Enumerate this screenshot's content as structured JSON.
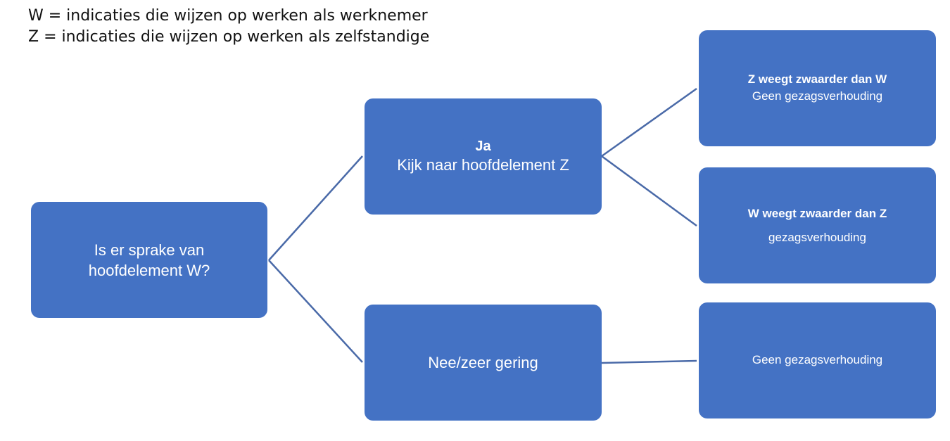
{
  "legend": {
    "line_w": "W = indicaties die wijzen op werken als werknemer",
    "line_z": "Z = indicaties die wijzen op werken als zelfstandige"
  },
  "nodes": {
    "question": {
      "line1": "Is er sprake van",
      "line2": "hoofdelement W?"
    },
    "yes": {
      "title": "Ja",
      "text": "Kijk naar hoofdelement Z"
    },
    "no": {
      "text": "Nee/zeer gering"
    },
    "z_heavier": {
      "title": "Z weegt zwaarder dan W",
      "text": "Geen gezagsverhouding"
    },
    "w_heavier": {
      "title": "W weegt zwaarder dan Z",
      "text": "gezagsverhouding"
    },
    "no_authority": {
      "text": "Geen gezagsverhouding"
    }
  },
  "colors": {
    "box_fill": "#4472c4",
    "connector": "#4a6aa8",
    "text": "#ffffff"
  }
}
